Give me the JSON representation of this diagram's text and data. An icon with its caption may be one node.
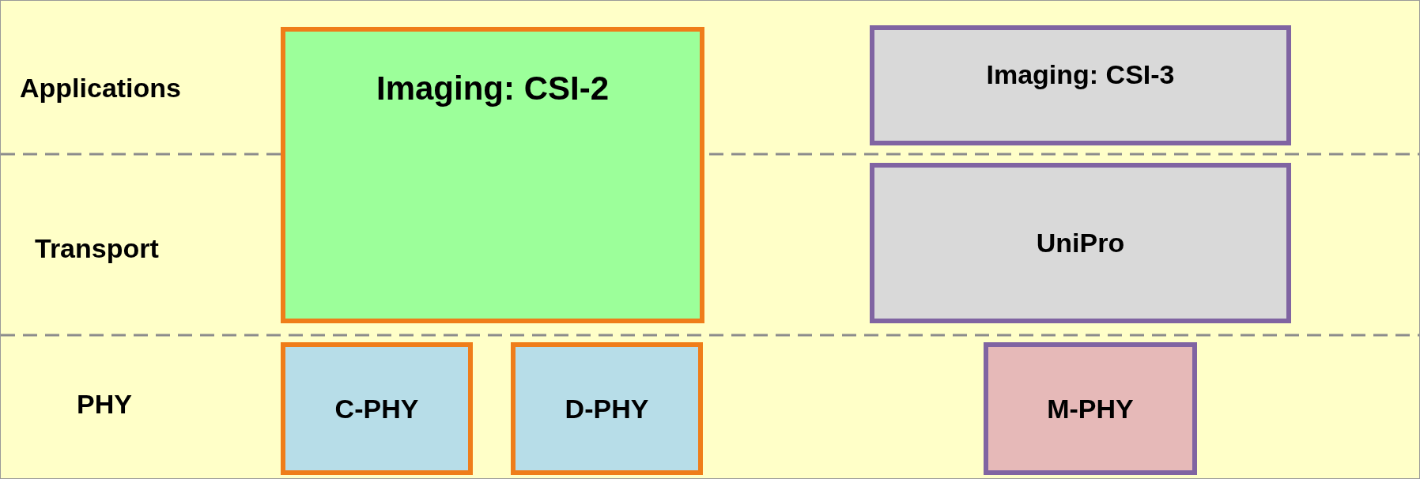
{
  "diagram": {
    "nodes": [
      {
        "text": [
          "Imaging: CSI-2"
        ]
      },
      {
        "text": [
          "Imaging: CSI-3"
        ]
      },
      {
        "text": [
          "UniPro"
        ]
      },
      {
        "text": [
          "C-PHY"
        ]
      },
      {
        "text": [
          "D-PHY"
        ]
      },
      {
        "text": [
          "M-PHY"
        ]
      }
    ],
    "labels": [
      "Applications",
      "Transport",
      "PHY"
    ]
  }
}
